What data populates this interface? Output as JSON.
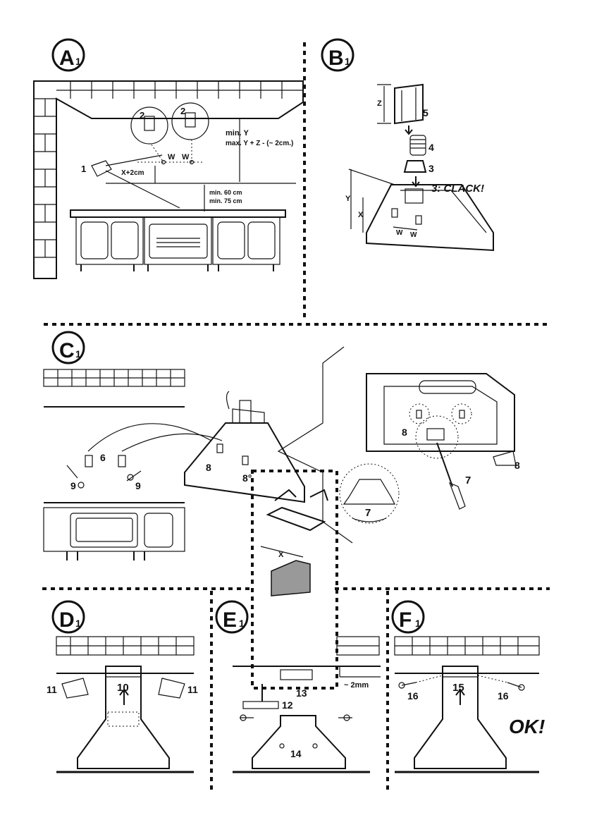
{
  "sections": {
    "a": {
      "letter": "A",
      "sub": "1"
    },
    "b": {
      "letter": "B",
      "sub": "1"
    },
    "c": {
      "letter": "C",
      "sub": "1"
    },
    "d": {
      "letter": "D",
      "sub": "1"
    },
    "e": {
      "letter": "E",
      "sub": "1"
    },
    "f": {
      "letter": "F",
      "sub": "1"
    }
  },
  "labels": {
    "n1": "1",
    "n2": "2",
    "n3": "3",
    "n4": "4",
    "n5": "5",
    "n6": "6",
    "n7": "7",
    "n8": "8",
    "n8o": "8°",
    "n9": "9",
    "n10": "10",
    "n11": "11",
    "n12": "12",
    "n13": "13",
    "n14": "14",
    "n15": "15",
    "n16": "16",
    "w": "W",
    "x": "X",
    "y": "Y",
    "z": "Z",
    "x2cm": "X+2cm",
    "min_y": "min. Y",
    "max_yz": "max. Y + Z - (~ 2cm.)",
    "min60": "min. 60 cm",
    "min75": "min. 75 cm",
    "clack": "3: CLACK!",
    "gap2mm": "~ 2mm",
    "ok": "OK!"
  }
}
